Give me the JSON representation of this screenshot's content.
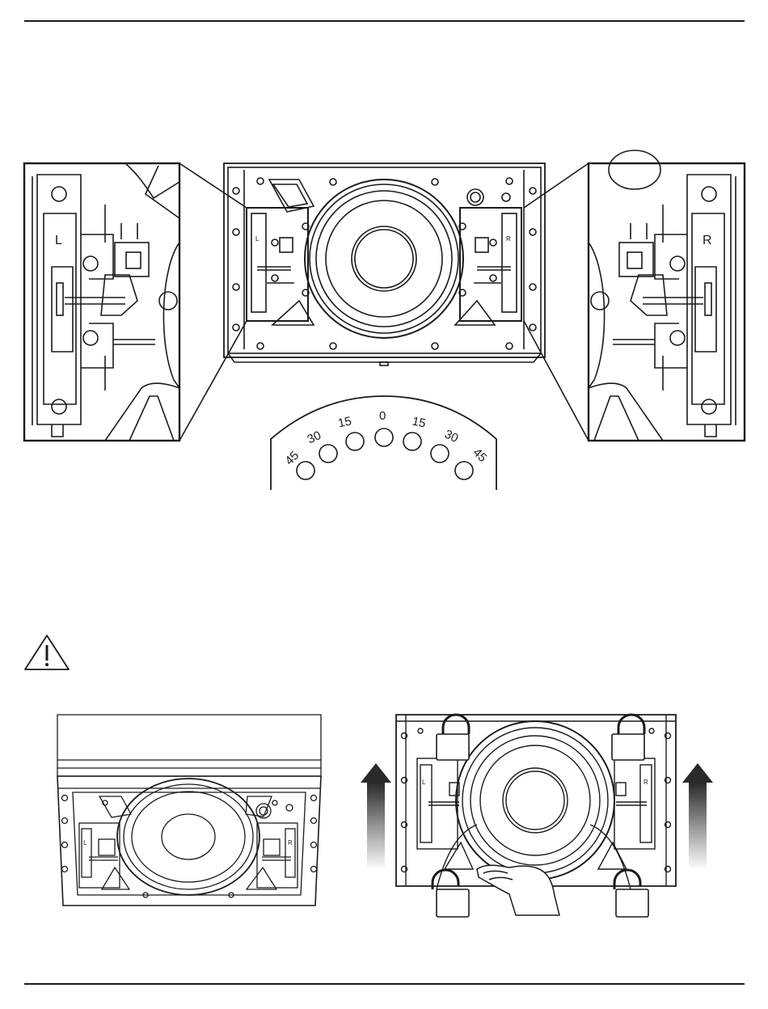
{
  "page": {
    "background": "#ffffff",
    "line_color": "#1a1a1a"
  },
  "left_detail": {
    "label": "L"
  },
  "right_detail": {
    "label": "R"
  },
  "main_view": {
    "small_left_label": "L",
    "small_right_label": "R"
  },
  "angle_dial": {
    "labels": [
      "45",
      "30",
      "15",
      "0",
      "15",
      "30",
      "45"
    ]
  },
  "warning": {
    "icon": "warning-triangle-icon"
  },
  "bottom_left": {
    "small_left_label": "L",
    "small_right_label": "R"
  },
  "bottom_right": {
    "small_left_label": "L",
    "small_right_label": "R",
    "icons": [
      "lock-icon",
      "unlock-icon",
      "arrow-up-icon",
      "hand-icon"
    ]
  }
}
